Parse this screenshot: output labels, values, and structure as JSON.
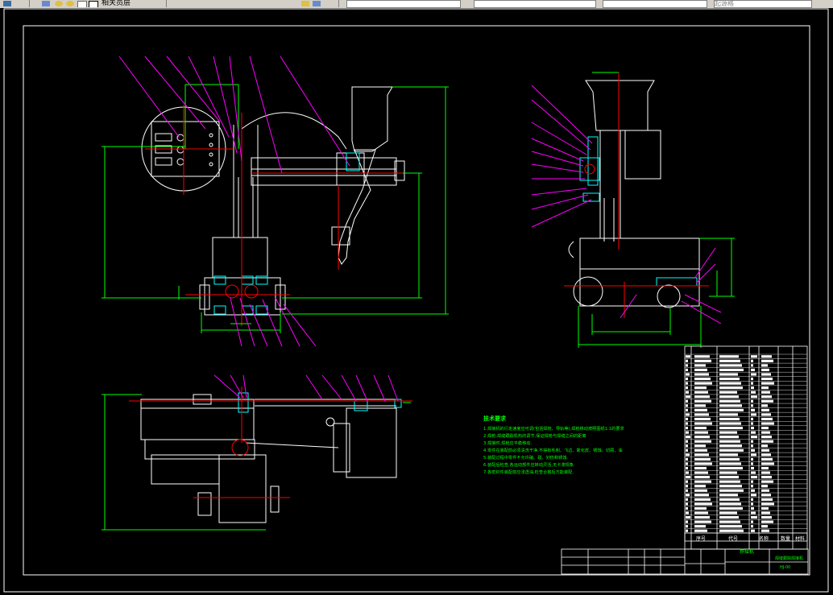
{
  "toolbar": {
    "layer_label": "相关员层",
    "fields": [
      "",
      "",
      "",
      ""
    ],
    "combo_label": "起源格"
  },
  "notes": {
    "title": "技术要求",
    "lines": [
      "1.焊接机的行走速度应可调(包括焊枪、导轨等),焊枪移动按照图纸1:1的要求",
      "2.焊枪,焊缝跟踪机构的调节,保证焊枪与焊缝之间的距离",
      "3.焊接时,焊枪应平稳移动.",
      "4.零件在装配前必须清洗干净,不得有毛刺、飞边、氧化皮、锈蚀、切屑、油",
      "5.装配过程中零件不允许磕、碰、划伤和锈蚀.",
      "6.装配后检查,各运动部件应转动灵活,无卡滞现象.",
      "7.各密封件装配前应浸透油,检查合格后方能装配."
    ]
  },
  "title_block": {
    "drawing_name": "焊接机",
    "title2": "焊缝跟踪焊接机",
    "code": "HJ-00"
  },
  "bom_header": [
    "序号",
    "代号",
    "名称",
    "数量",
    "材料"
  ],
  "colors": {
    "green": "#00ff00",
    "magenta": "#ff00ff",
    "white": "#ffffff",
    "red": "#ff0000",
    "cyan": "#00ffff",
    "yellow": "#ffff00"
  }
}
